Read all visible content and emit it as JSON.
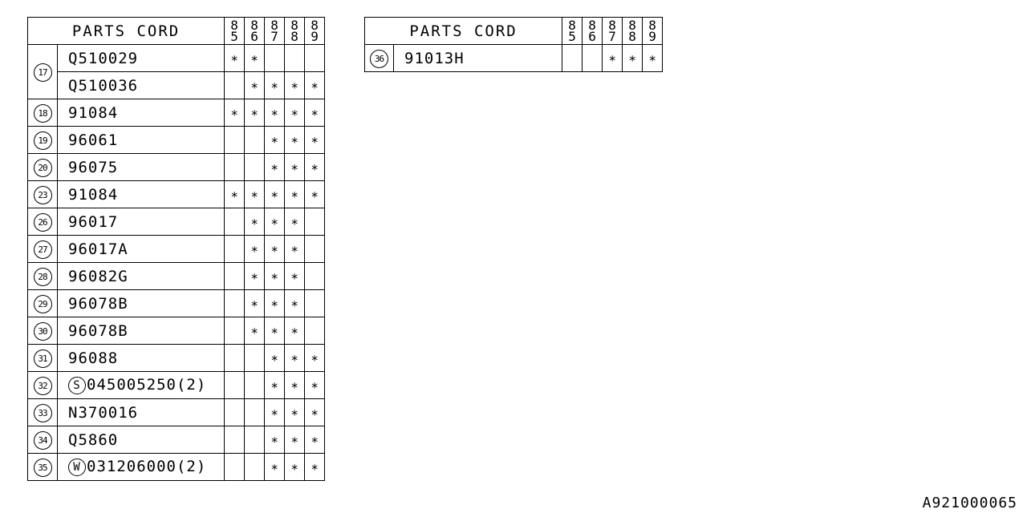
{
  "header": {
    "title": "PARTS CORD",
    "years": [
      "85",
      "86",
      "87",
      "88",
      "89"
    ]
  },
  "mark": "∗",
  "left_table": [
    {
      "ref": "17",
      "part": "Q510029",
      "years": [
        1,
        1,
        0,
        0,
        0
      ],
      "span": 2
    },
    {
      "ref": "",
      "part": "Q510036",
      "years": [
        0,
        1,
        1,
        1,
        1
      ],
      "span": 0
    },
    {
      "ref": "18",
      "part": "91084",
      "years": [
        1,
        1,
        1,
        1,
        1
      ]
    },
    {
      "ref": "19",
      "part": "96061",
      "years": [
        0,
        0,
        1,
        1,
        1
      ]
    },
    {
      "ref": "20",
      "part": "96075",
      "years": [
        0,
        0,
        1,
        1,
        1
      ]
    },
    {
      "ref": "23",
      "part": "91084",
      "years": [
        1,
        1,
        1,
        1,
        1
      ]
    },
    {
      "ref": "26",
      "part": "96017",
      "years": [
        0,
        1,
        1,
        1,
        0
      ]
    },
    {
      "ref": "27",
      "part": "96017A",
      "years": [
        0,
        1,
        1,
        1,
        0
      ]
    },
    {
      "ref": "28",
      "part": "96082G",
      "years": [
        0,
        1,
        1,
        1,
        0
      ]
    },
    {
      "ref": "29",
      "part": "96078B",
      "years": [
        0,
        1,
        1,
        1,
        0
      ]
    },
    {
      "ref": "30",
      "part": "96078B",
      "years": [
        0,
        1,
        1,
        1,
        0
      ]
    },
    {
      "ref": "31",
      "part": "96088",
      "years": [
        0,
        0,
        1,
        1,
        1
      ]
    },
    {
      "ref": "32",
      "prefix": "S",
      "part": "045005250(2)",
      "years": [
        0,
        0,
        1,
        1,
        1
      ]
    },
    {
      "ref": "33",
      "part": "N370016",
      "years": [
        0,
        0,
        1,
        1,
        1
      ]
    },
    {
      "ref": "34",
      "part": "Q5860",
      "years": [
        0,
        0,
        1,
        1,
        1
      ]
    },
    {
      "ref": "35",
      "prefix": "W",
      "part": "031206000(2)",
      "years": [
        0,
        0,
        1,
        1,
        1
      ]
    }
  ],
  "right_table": [
    {
      "ref": "36",
      "part": "91013H",
      "years": [
        0,
        0,
        1,
        1,
        1
      ]
    }
  ],
  "drawing_code": "A921000065"
}
